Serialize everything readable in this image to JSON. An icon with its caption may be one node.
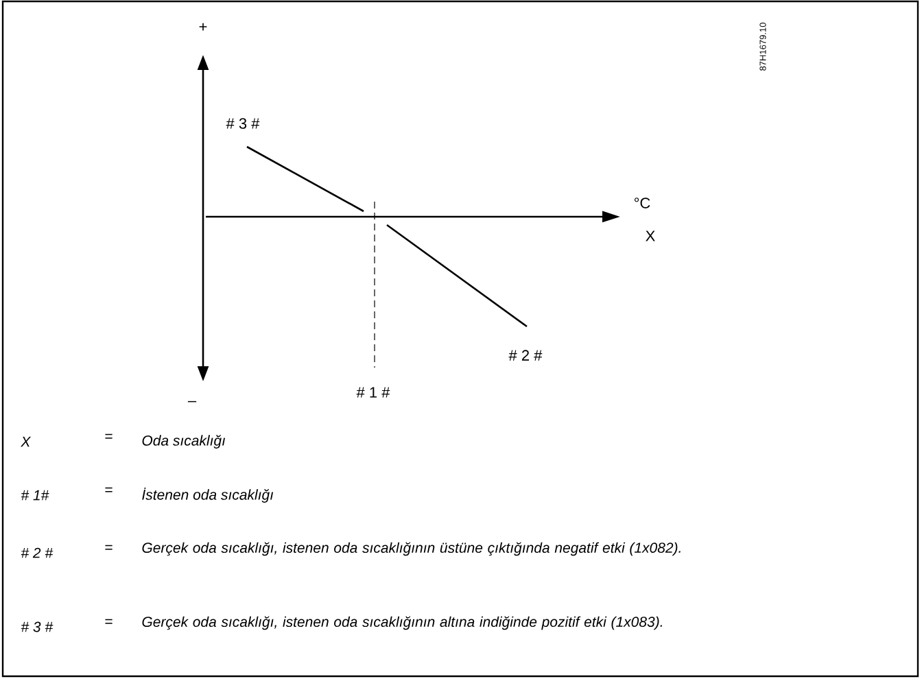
{
  "diagram": {
    "labels": [
      "+",
      "87H1679.10",
      "# 3 #",
      "°C",
      "X",
      "# 2 #",
      "–",
      "# 1 #",
      "X",
      "=",
      "Oda sıcaklığı",
      "# 1#",
      "=",
      "İstenen oda sıcaklığı",
      "# 2 #",
      "=",
      "Gerçek oda sıcaklığı, istenen oda sıcaklığının üstüne çıktığında negatif etki (1x082).",
      "# 3 #",
      "=",
      "Gerçek oda sıcaklığı, istenen oda sıcaklığının altına indiğinde pozitif etki (1x083)."
    ]
  }
}
